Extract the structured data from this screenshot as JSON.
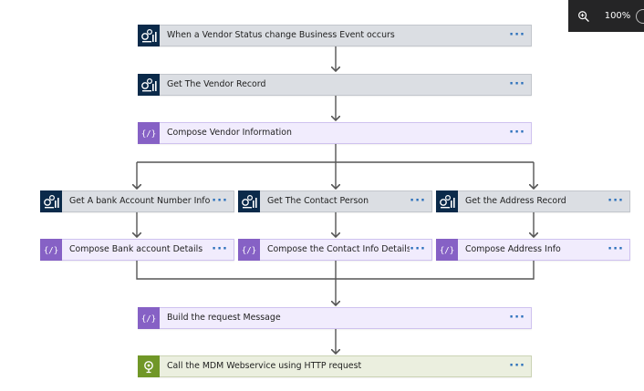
{
  "zoom": {
    "level": "100%",
    "icon": "zoom-in-icon"
  },
  "steps": {
    "trigger": {
      "label": "When a Vendor Status change Business Event occurs",
      "icon": "dynamics-icon",
      "more": "···"
    },
    "get_vendor": {
      "label": "Get The Vendor Record",
      "icon": "dynamics-icon",
      "more": "···"
    },
    "compose_vendor": {
      "label": "Compose Vendor Information",
      "icon": "compose-icon",
      "more": "···"
    },
    "get_bank": {
      "label": "Get A bank Account Number Info",
      "icon": "dynamics-icon",
      "more": "···"
    },
    "get_contact": {
      "label": "Get The Contact Person",
      "icon": "dynamics-icon",
      "more": "···"
    },
    "get_address": {
      "label": "Get the Address Record",
      "icon": "dynamics-icon",
      "more": "···"
    },
    "compose_bank": {
      "label": "Compose Bank account Details",
      "icon": "compose-icon",
      "more": "···"
    },
    "compose_contact": {
      "label": "Compose the Contact Info Details",
      "icon": "compose-icon",
      "more": "···"
    },
    "compose_address": {
      "label": "Compose Address Info",
      "icon": "compose-icon",
      "more": "···"
    },
    "build_request": {
      "label": "Build the request Message",
      "icon": "compose-icon",
      "more": "···"
    },
    "call_mdm": {
      "label": "Call the MDM Webservice using HTTP request",
      "icon": "http-icon",
      "more": "···"
    }
  },
  "colors": {
    "dynamics": "#0b2a4a",
    "compose": "#8661c5",
    "http": "#709727",
    "more": "#2a6fbb",
    "connector": "#555555"
  }
}
